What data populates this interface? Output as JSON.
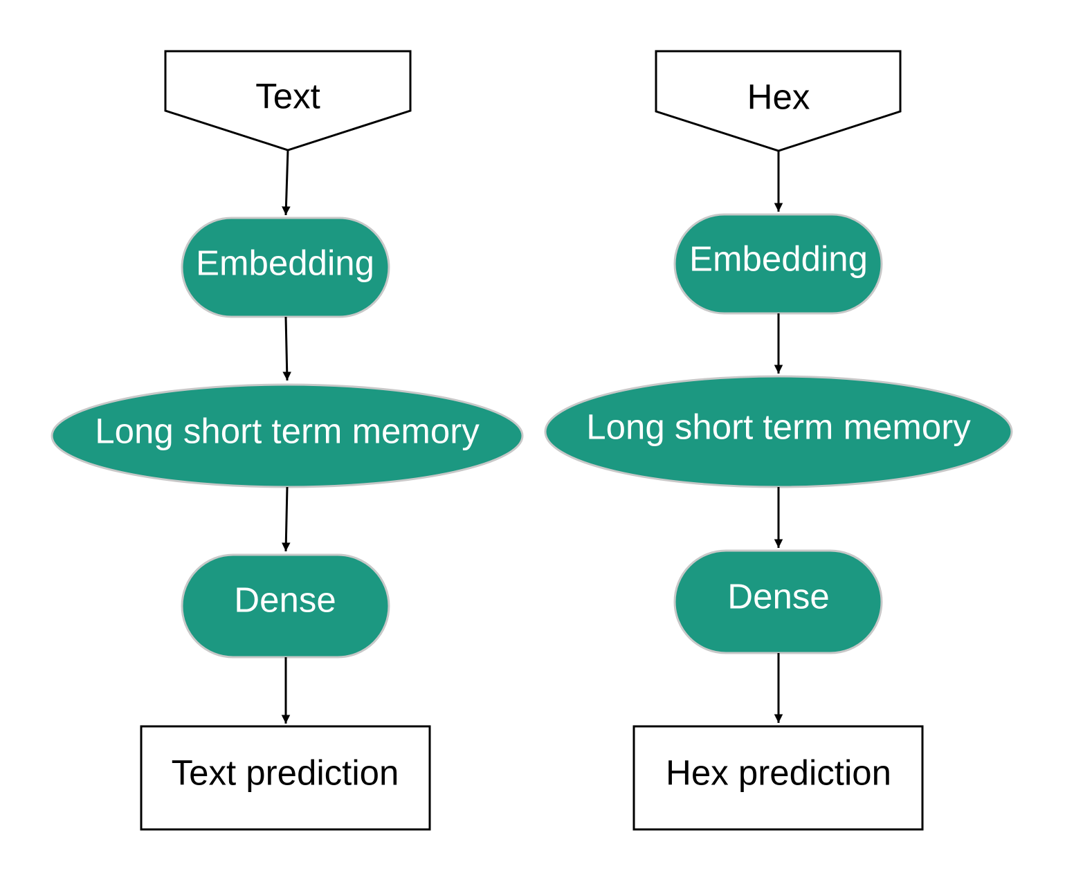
{
  "colors": {
    "process_fill": "#1c9881",
    "process_stroke": "#c8c8c8",
    "box_stroke": "#000000",
    "arrow": "#000000",
    "text_on_process": "#ffffff",
    "text_on_box": "#000000"
  },
  "pipelines": [
    {
      "input": "Text",
      "layers": [
        "Embedding",
        "Long short term memory",
        "Dense"
      ],
      "output": "Text prediction"
    },
    {
      "input": "Hex",
      "layers": [
        "Embedding",
        "Long short term memory",
        "Dense"
      ],
      "output": "Hex prediction"
    }
  ]
}
